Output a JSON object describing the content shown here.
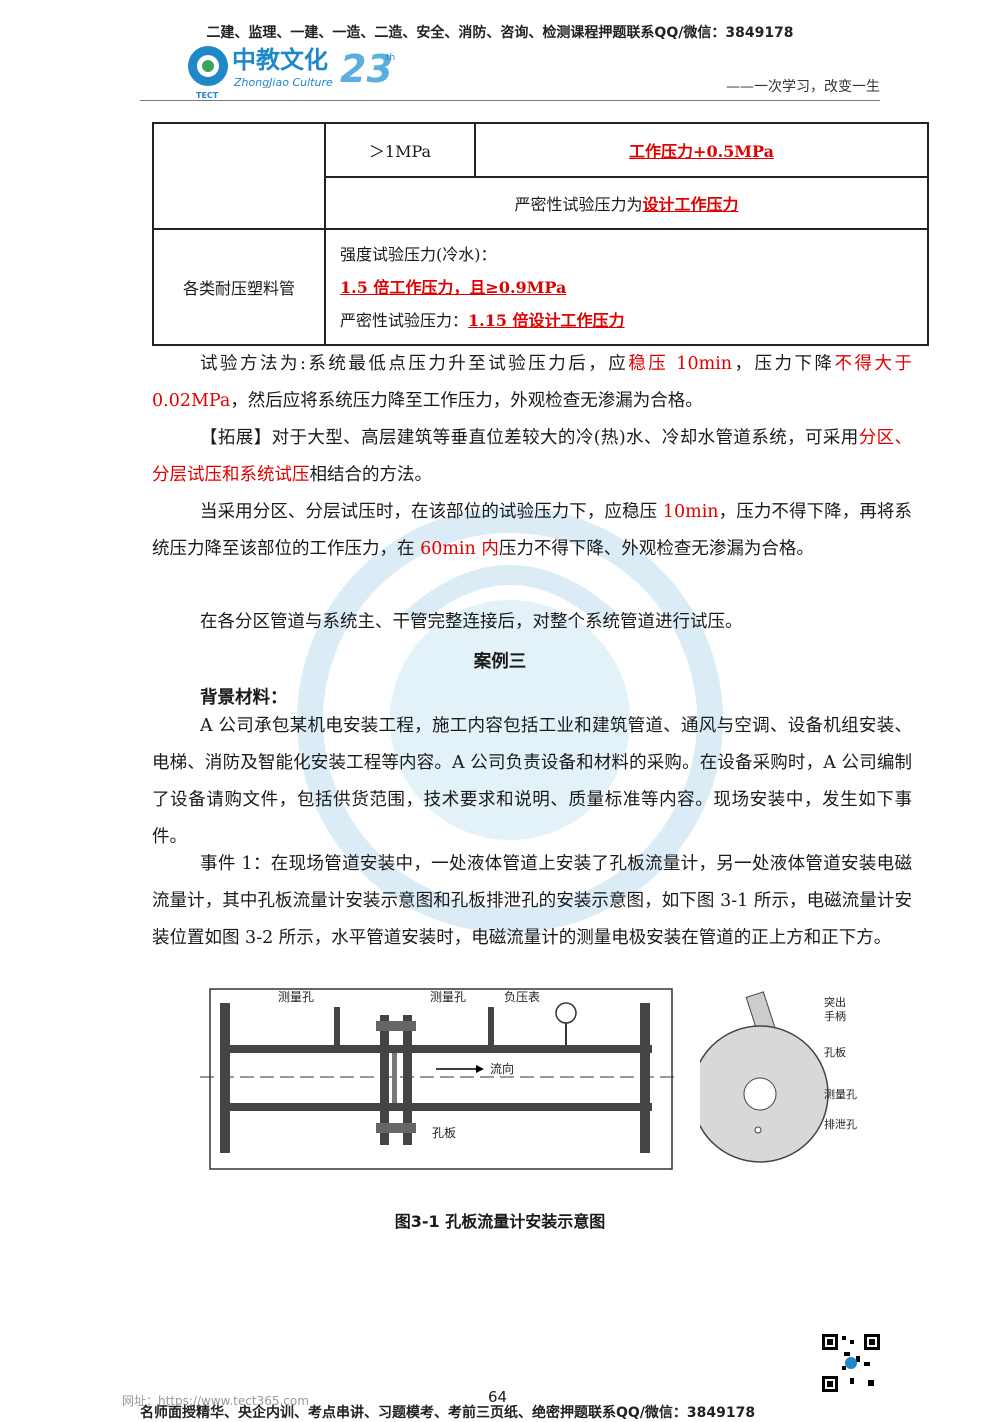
{
  "header": {
    "banner": "二建、监理、一建、一造、二造、安全、消防、咨询、检测课程押题联系QQ/微信：3849178",
    "logo_cn": "中教文化",
    "logo_en": "ZhongJiao Culture",
    "logo_abbr": "TECT",
    "logo_years": "23",
    "logo_th": "th",
    "slogan": "——一次学习，改变一生"
  },
  "table": {
    "row1_cond": "＞1MPa",
    "row1_val": "工作压力+0.5MPa",
    "row2_text_a": "严密性试验压力为",
    "row2_text_b": "设计工作压力",
    "row3_label": "各类耐压塑料管",
    "row3_line1": "强度试验压力(冷水)：",
    "row3_line2": "1.5 倍工作压力，且≥0.9MPa",
    "row3_line3_a": "严密性试验压力：",
    "row3_line3_b": "1.15 倍设计工作压力"
  },
  "body": {
    "p1_a": "试验方法为:系统最低点压力升至试验压力后，应",
    "p1_b": "稳压 10min",
    "p1_c": "，压力下降",
    "p1_d": "不得大于",
    "p1_e": "0.02MPa",
    "p1_f": "，然后应将系统压力降至工作压力，外观检查无渗漏为合格。",
    "p2_a": "【拓展】对于大型、高层建筑等垂直位差较大的冷(热)水、冷却水管道系统，可采用",
    "p2_b": "分区、分层试压和系统试压",
    "p2_c": "相结合的方法。",
    "p3_a": "当采用分区、分层试压时，在该部位的试验压力下，应稳压",
    "p3_b": " 10min",
    "p3_c": "，压力不得下降，再将系统压力降至该部位的工作压力，在",
    "p3_d": " 60min 内",
    "p3_e": "压力不得下降、外观检查无渗漏为合格。",
    "p4": "在各分区管道与系统主、干管完整连接后，对整个系统管道进行试压。",
    "case_title": "案例三",
    "bg_title": "背景材料：",
    "p5": "A 公司承包某机电安装工程，施工内容包括工业和建筑管道、通风与空调、设备机组安装、电梯、消防及智能化安装工程等内容。A 公司负责设备和材料的采购。在设备采购时，A 公司编制了设备请购文件，包括供货范围，技术要求和说明、质量标准等内容。现场安装中，发生如下事件。",
    "p6": "事件 1：在现场管道安装中，一处液体管道上安装了孔板流量计，另一处液体管道安装电磁流量计，其中孔板流量计安装示意图和孔板排泄孔的安装示意图，如下图 3-1 所示，电磁流量计安装位置如图 3-2 所示，水平管道安装时，电磁流量计的测量电极安装在管道的正上方和正下方。"
  },
  "figure": {
    "label_tap1": "测量孔",
    "label_tap2": "测量孔",
    "label_gauge": "负压表",
    "label_flow": "流向",
    "label_orifice": "孔板",
    "label_handle_1": "突出",
    "label_handle_2": "手柄",
    "label_plate": "孔板",
    "label_hole": "测量孔",
    "label_drain": "排泄孔",
    "caption": "图3-1  孔板流量计安装示意图"
  },
  "footer": {
    "page": "64",
    "website": "网址：https://www.tect365.com",
    "banner": "名师面授精华、央企内训、考点串讲、习题模考、考前三页纸、绝密押题联系QQ/微信：3849178"
  },
  "colors": {
    "accent_red": "#e00000",
    "logo_blue": "#1e88c8"
  }
}
